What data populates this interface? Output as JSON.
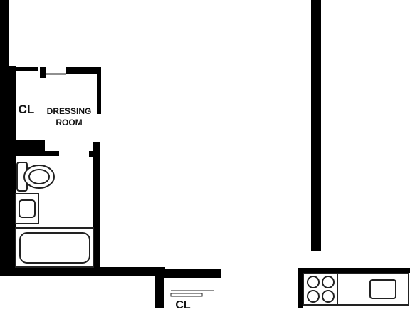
{
  "rooms": {
    "closet_top": {
      "label": "CL"
    },
    "dressing": {
      "line1": "DRESSING",
      "line2": "ROOM"
    },
    "closet_bottom": {
      "label": "CL"
    }
  },
  "colors": {
    "wall": "#000000",
    "fixture_stroke": "#222222",
    "background": "#ffffff"
  }
}
